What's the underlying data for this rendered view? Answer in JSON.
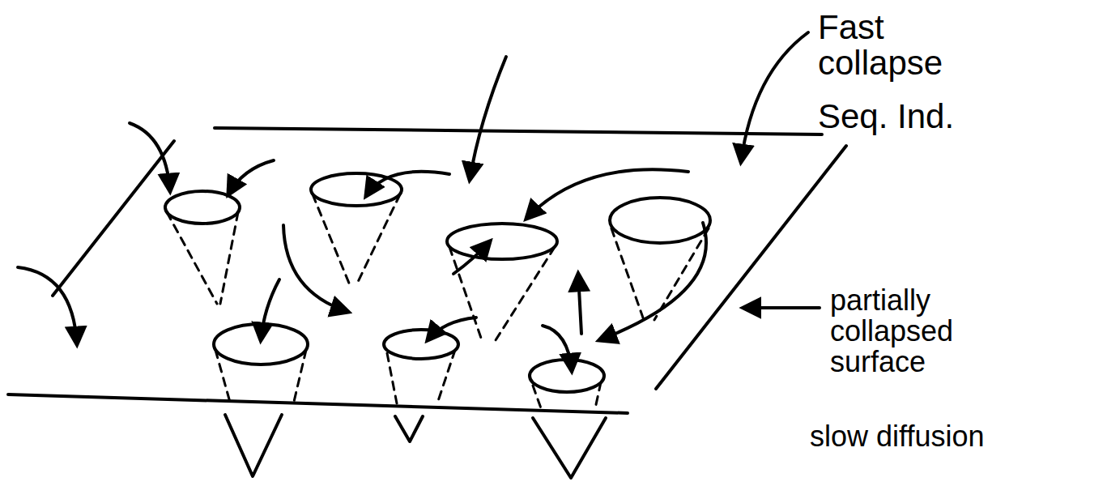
{
  "diagram": {
    "labels": [
      "Fast collapse",
      "Seq. Ind.",
      "partially collapsed surface",
      "slow diffusion"
    ]
  }
}
